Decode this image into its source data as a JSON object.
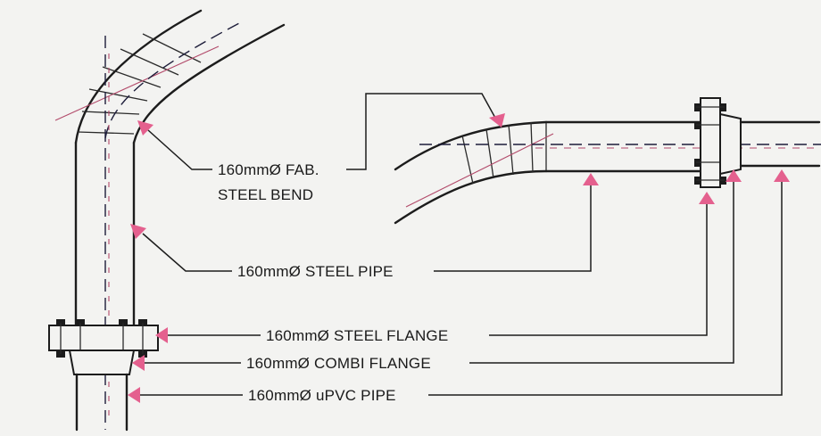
{
  "labels": {
    "bend_line1": "160mmØ FAB.",
    "bend_line2": "STEEL BEND",
    "steel_pipe": "160mmØ STEEL PIPE",
    "steel_flange": "160mmØ STEEL FLANGE",
    "combi_flange": "160mmØ COMBI FLANGE",
    "upvc_pipe": "160mmØ uPVC PIPE"
  },
  "colors": {
    "arrow": "#e4608e",
    "line": "#1c1c1c",
    "centerline_red": "#b24a6a"
  }
}
